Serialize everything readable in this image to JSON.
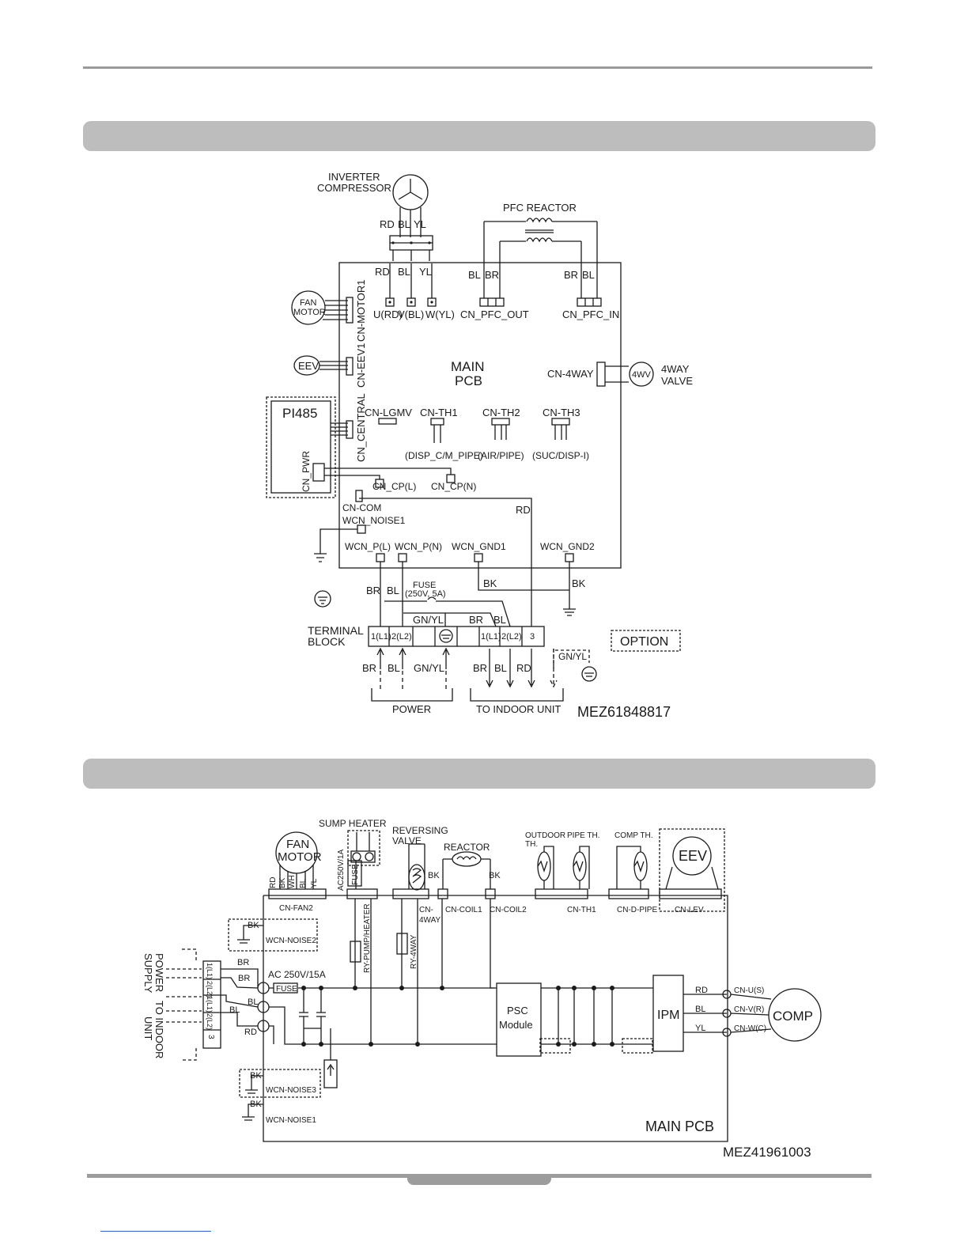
{
  "diagram1": {
    "labels": {
      "inverter_compressor_1": "INVERTER",
      "inverter_compressor_2": "COMPRESSOR",
      "pfc_reactor": "PFC REACTOR",
      "rd": "RD",
      "bl": "BL",
      "yl": "YL",
      "br": "BR",
      "bk": "BK",
      "gnyl": "GN/YL",
      "fan_motor_1": "FAN",
      "fan_motor_2": "MOTOR",
      "eev": "EEV",
      "pi485": "PI485",
      "cn_motor1": "CN-MOTOR1",
      "cn_eev1": "CN-EEV1",
      "cn_central": "CN_CENTRAL",
      "cn_pwr": "CN_PWR",
      "u_rd": "U(RD)",
      "v_bl": "V(BL)",
      "w_yl": "W(YL)",
      "cn_pfc_out": "CN_PFC_OUT",
      "cn_pfc_in": "CN_PFC_IN",
      "main_pcb_1": "MAIN",
      "main_pcb_2": "PCB",
      "cn_4way": "CN-4WAY",
      "wv4": "4WV",
      "valve_1": "4WAY",
      "valve_2": "VALVE",
      "cn_lgmv": "CN-LGMV",
      "cn_th1": "CN-TH1",
      "cn_th2": "CN-TH2",
      "cn_th3": "CN-TH3",
      "disp_cm_pipe": "(DISP_C/M_PIPE)",
      "air_pipe": "(AIR/PIPE)",
      "suc_disp": "(SUC/DISP-I)",
      "cn_cp_l": "CN_CP(L)",
      "cn_cp_n": "CN_CP(N)",
      "cn_com": "CN-COM",
      "wcn_noise1": "WCN_NOISE1",
      "wcn_pl": "WCN_P(L)",
      "wcn_pn": "WCN_P(N)",
      "wcn_gnd1": "WCN_GND1",
      "wcn_gnd2": "WCN_GND2",
      "fuse": "FUSE",
      "fuse_rating": "(250V, 5A)",
      "terminal_1": "TERMINAL",
      "terminal_2": "BLOCK",
      "t_1l1": "1(L1)",
      "t_2l2": "2(L2)",
      "t_3": "3",
      "option": "OPTION",
      "power": "POWER",
      "to_indoor": "TO INDOOR UNIT",
      "part_no": "MEZ61848817"
    }
  },
  "diagram2": {
    "labels": {
      "fan_1": "FAN",
      "fan_2": "MOTOR",
      "sump_heater": "SUMP HEATER",
      "reversing_1": "REVERSING",
      "reversing_2": "VALVE",
      "reactor": "REACTOR",
      "outdoor_th_1": "OUTDOOR",
      "outdoor_th_2": "TH.",
      "pipe_th": "PIPE TH.",
      "comp_th": "COMP TH.",
      "eev": "EEV",
      "rd": "RD",
      "bk": "BK",
      "wh": "WH",
      "bl": "BL",
      "yl": "YL",
      "br": "BR",
      "ac250_1a": "AC250V/1A",
      "fuse": "FUSE",
      "cn_fan2": "CN-FAN2",
      "cn_4way_1": "CN-",
      "cn_4way_2": "4WAY",
      "cn_coil1": "CN-COIL1",
      "cn_coil2": "CN-COIL2",
      "cn_th1": "CN-TH1",
      "cn_d_pipe": "CN-D-PIPE",
      "cn_lev": "CN-LEV",
      "wcn_noise2": "WCN-NOISE2",
      "wcn_noise3": "WCN-NOISE3",
      "wcn_noise1": "WCN-NOISE1",
      "ry_pump": "RY-PUMP/HEATER",
      "ry_4way": "RY-4WAY",
      "ac_250v_15a": "AC 250V/15A",
      "power_supply_1": "POWER",
      "power_supply_2": "SUPPLY",
      "to_indoor_1": "TO INDOOR",
      "to_indoor_2": "UNIT",
      "tb_1l1": "1(L1)",
      "tb_2l2": "2(L2)",
      "tb_3": "3",
      "psc_1": "PSC",
      "psc_2": "Module",
      "ipm": "IPM",
      "cn_u": "CN-U(S)",
      "cn_v": "CN-V(R)",
      "cn_w": "CN-W(C)",
      "comp": "COMP",
      "main_pcb": "MAIN PCB",
      "part_no": "MEZ41961003"
    }
  }
}
